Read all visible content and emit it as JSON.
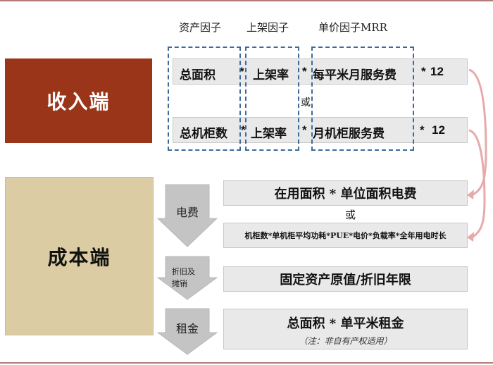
{
  "factor_headers": {
    "asset": "资产因子",
    "shelf": "上架因子",
    "unit_price": "单价因子MRR"
  },
  "revenue": {
    "title": "收入端",
    "color": "#9b3519",
    "or_label": "或",
    "row1": {
      "term1": "总面积",
      "op1": "*",
      "term2": "上架率",
      "op2": "*",
      "term3": "每平米月服务费",
      "op3": "*",
      "multiplier": "12"
    },
    "row2": {
      "term1": "总机柜数",
      "op1": "*",
      "term2": "上架率",
      "op2": "*",
      "term3": "月机柜服务费",
      "op3": "*",
      "multiplier": "12"
    }
  },
  "cost": {
    "title": "成本端",
    "color": "#dccca3",
    "arrows": [
      {
        "label_line1": "电费",
        "label_line2": ""
      },
      {
        "label_line1": "折旧及",
        "label_line2": "摊销"
      },
      {
        "label_line1": "租金",
        "label_line2": ""
      }
    ],
    "electricity": {
      "formula1": "在用面积 * 单位面积电费",
      "or_label": "或",
      "formula2": "机柜数*单机柜平均功耗*PUE*电价*负载率*全年用电时长"
    },
    "depreciation": {
      "formula": "固定资产原值/折旧年限"
    },
    "rent": {
      "formula": "总面积 * 单平米租金",
      "note": "（注：非自有产权适用）"
    }
  },
  "colors": {
    "dash_border": "#3c6a9c",
    "formula_box": "#e9e9e9",
    "arrow_fill": "#c4c4c4",
    "curve_arrow": "#e8a9a9",
    "frame_line": "#b57a7a"
  }
}
